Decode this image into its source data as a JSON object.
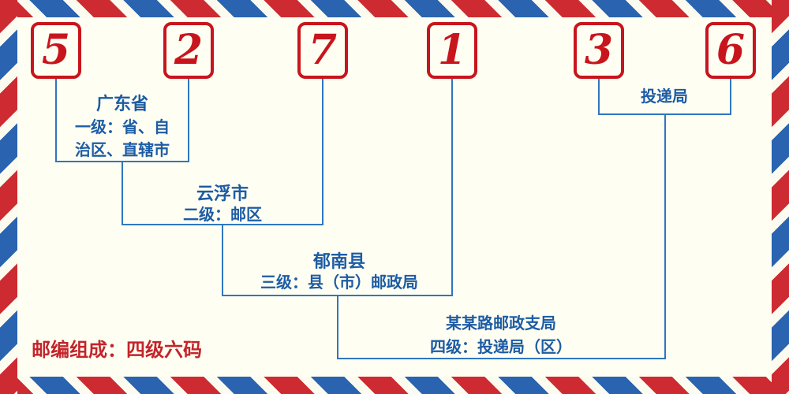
{
  "postal_code": {
    "digits": [
      "5",
      "2",
      "7",
      "1",
      "3",
      "6"
    ]
  },
  "levels": {
    "province": {
      "name": "广东省",
      "desc": "一级：省、自治区、直辖市"
    },
    "postal_zone": {
      "name": "云浮市",
      "desc": "二级：邮区"
    },
    "county": {
      "name": "郁南县",
      "desc": "三级：县（市）邮政局"
    },
    "branch": {
      "name": "某某路邮政支局",
      "desc": "四级：投递局（区）"
    },
    "delivery_office": {
      "name": "投递局"
    }
  },
  "footer": {
    "composition": "邮编组成：四级六码"
  },
  "colors": {
    "red": "#c8151d",
    "blue_text": "#1d5ca5",
    "blue_line": "#2e77c0",
    "background": "#fffef2"
  }
}
